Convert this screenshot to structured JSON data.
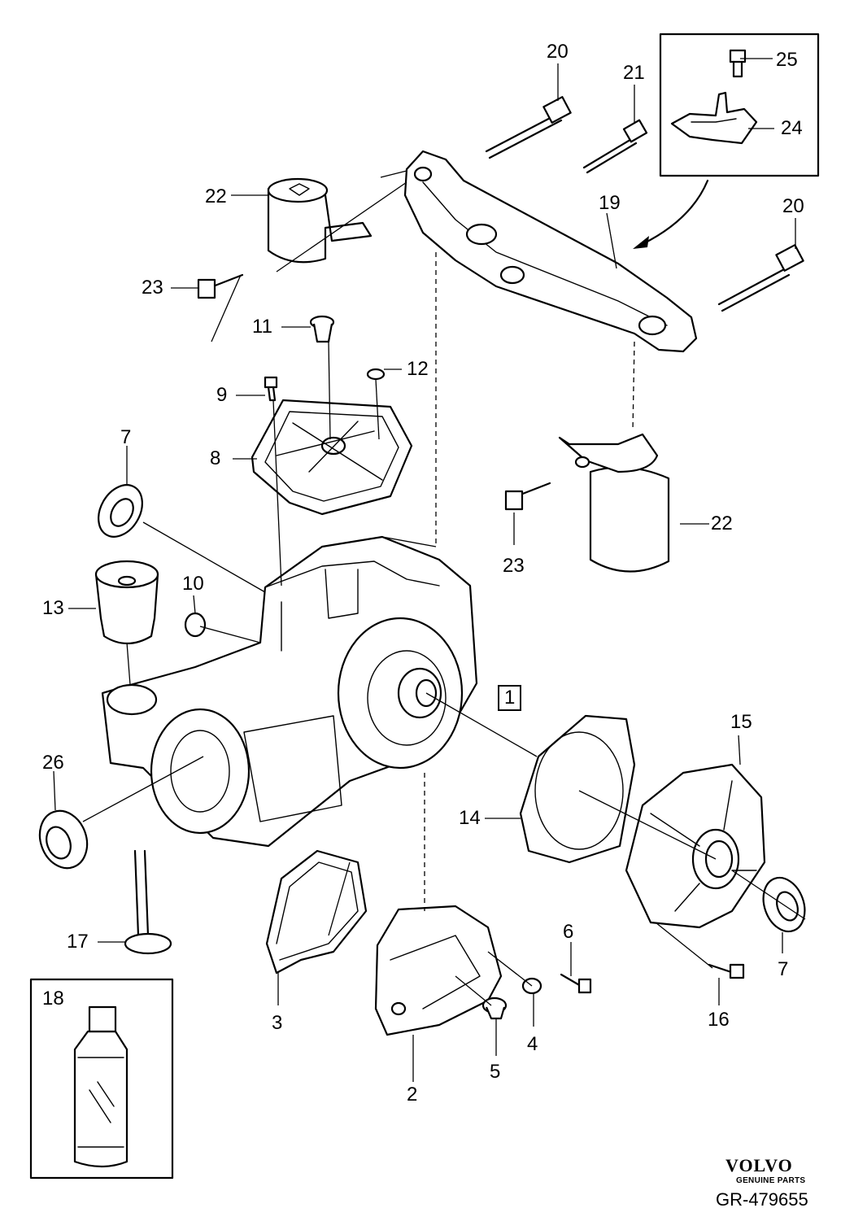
{
  "diagram": {
    "part_labels": [
      "20",
      "21",
      "25",
      "24",
      "22",
      "19",
      "20",
      "23",
      "11",
      "12",
      "9",
      "8",
      "7",
      "22",
      "23",
      "10",
      "13",
      "1",
      "15",
      "26",
      "14",
      "6",
      "17",
      "3",
      "4",
      "5",
      "2",
      "16",
      "7",
      "18"
    ]
  },
  "brand": {
    "name": "VOLVO",
    "subtitle": "GENUINE PARTS",
    "reference": "GR-479655"
  }
}
